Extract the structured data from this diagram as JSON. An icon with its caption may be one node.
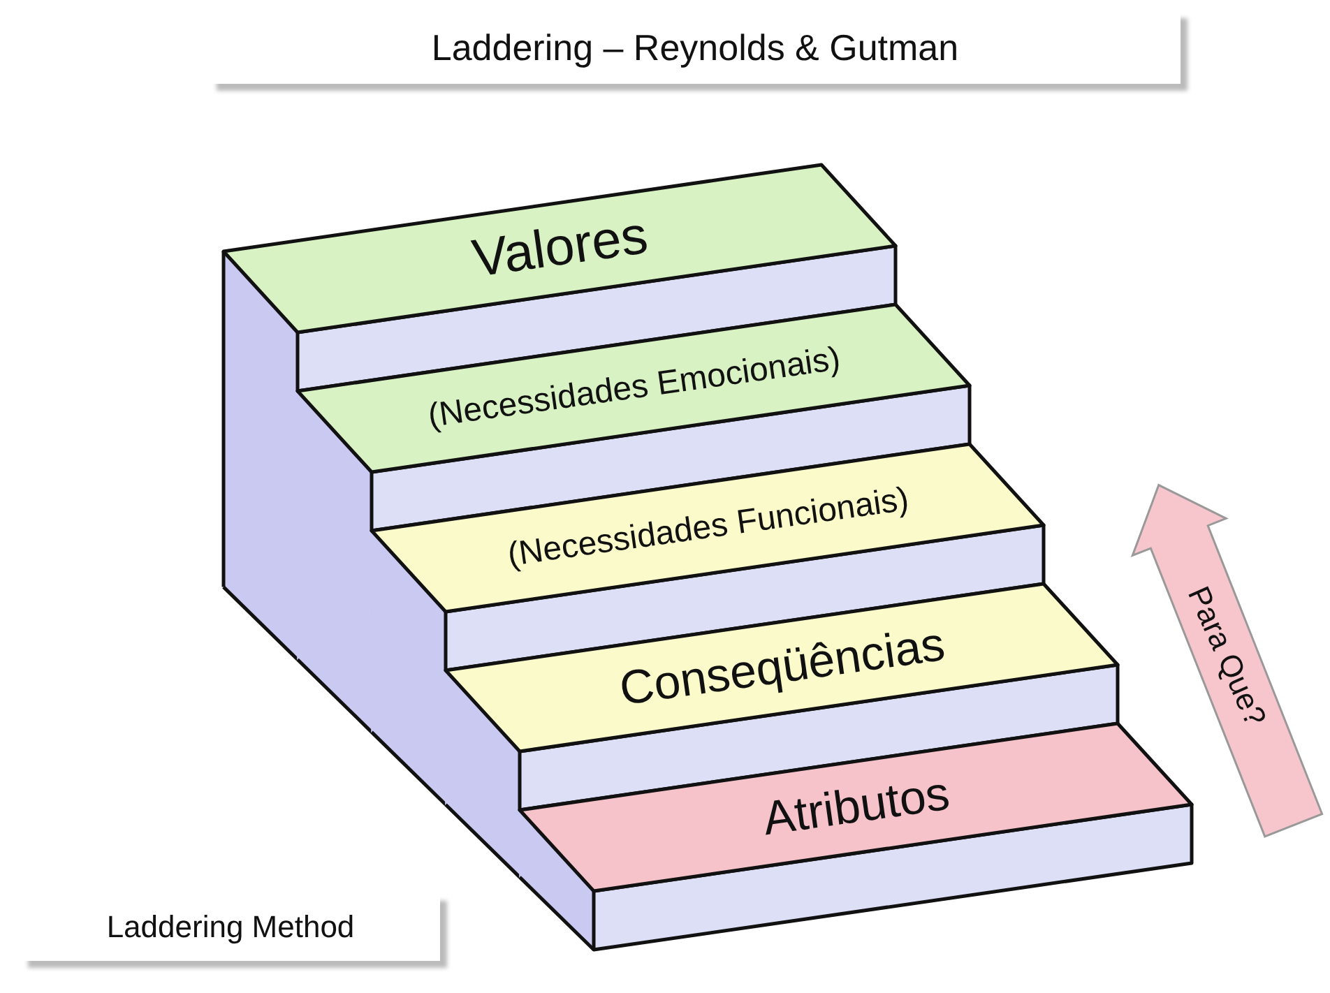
{
  "diagram": {
    "title": "Laddering – Reynolds & Gutman",
    "nodes": [
      {
        "text": [
          "Valores"
        ]
      },
      {
        "text": [
          "(Necessidades Emocionais)"
        ]
      },
      {
        "text": [
          "(Necessidades Funcionais)"
        ]
      },
      {
        "text": [
          "Conseqüências"
        ]
      },
      {
        "text": [
          "Atributos"
        ]
      }
    ],
    "labels": [
      "Para Que?",
      "Laddering Method"
    ]
  }
}
